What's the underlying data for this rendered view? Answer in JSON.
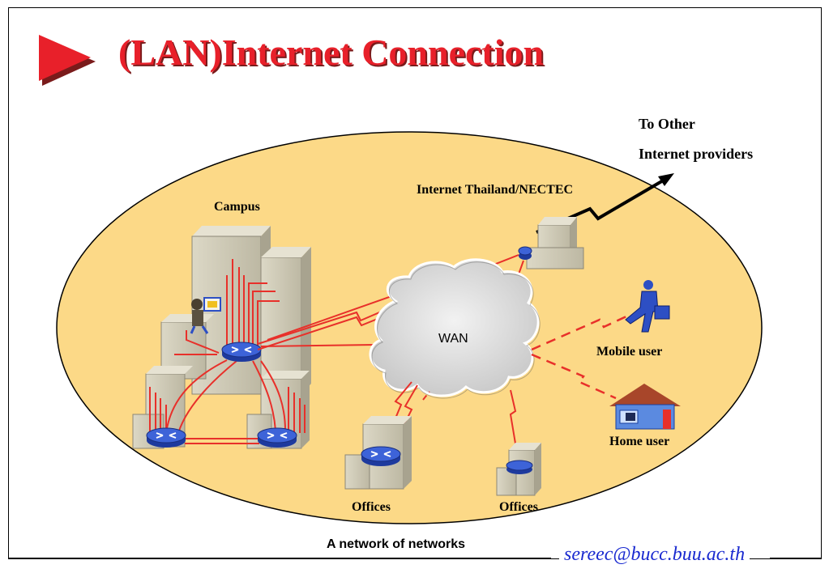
{
  "title": "(LAN)Internet Connection",
  "labels": {
    "to_other_line1": "To Other",
    "to_other_line2": "Internet providers",
    "nectec": "Internet Thailand/NECTEC",
    "campus": "Campus",
    "wan": "WAN",
    "mobile_user": "Mobile user",
    "home_user": "Home user",
    "offices_left": "Offices",
    "offices_right": "Offices"
  },
  "caption": "A network of networks",
  "footer_email": "sereec@bucc.buu.ac.th",
  "colors": {
    "title": "#e8202a",
    "ellipse_fill": "#fcd987",
    "link": "#e8302a",
    "router": "#2d4fc4",
    "building": "#c9c4b0",
    "email": "#1a2ad0"
  }
}
